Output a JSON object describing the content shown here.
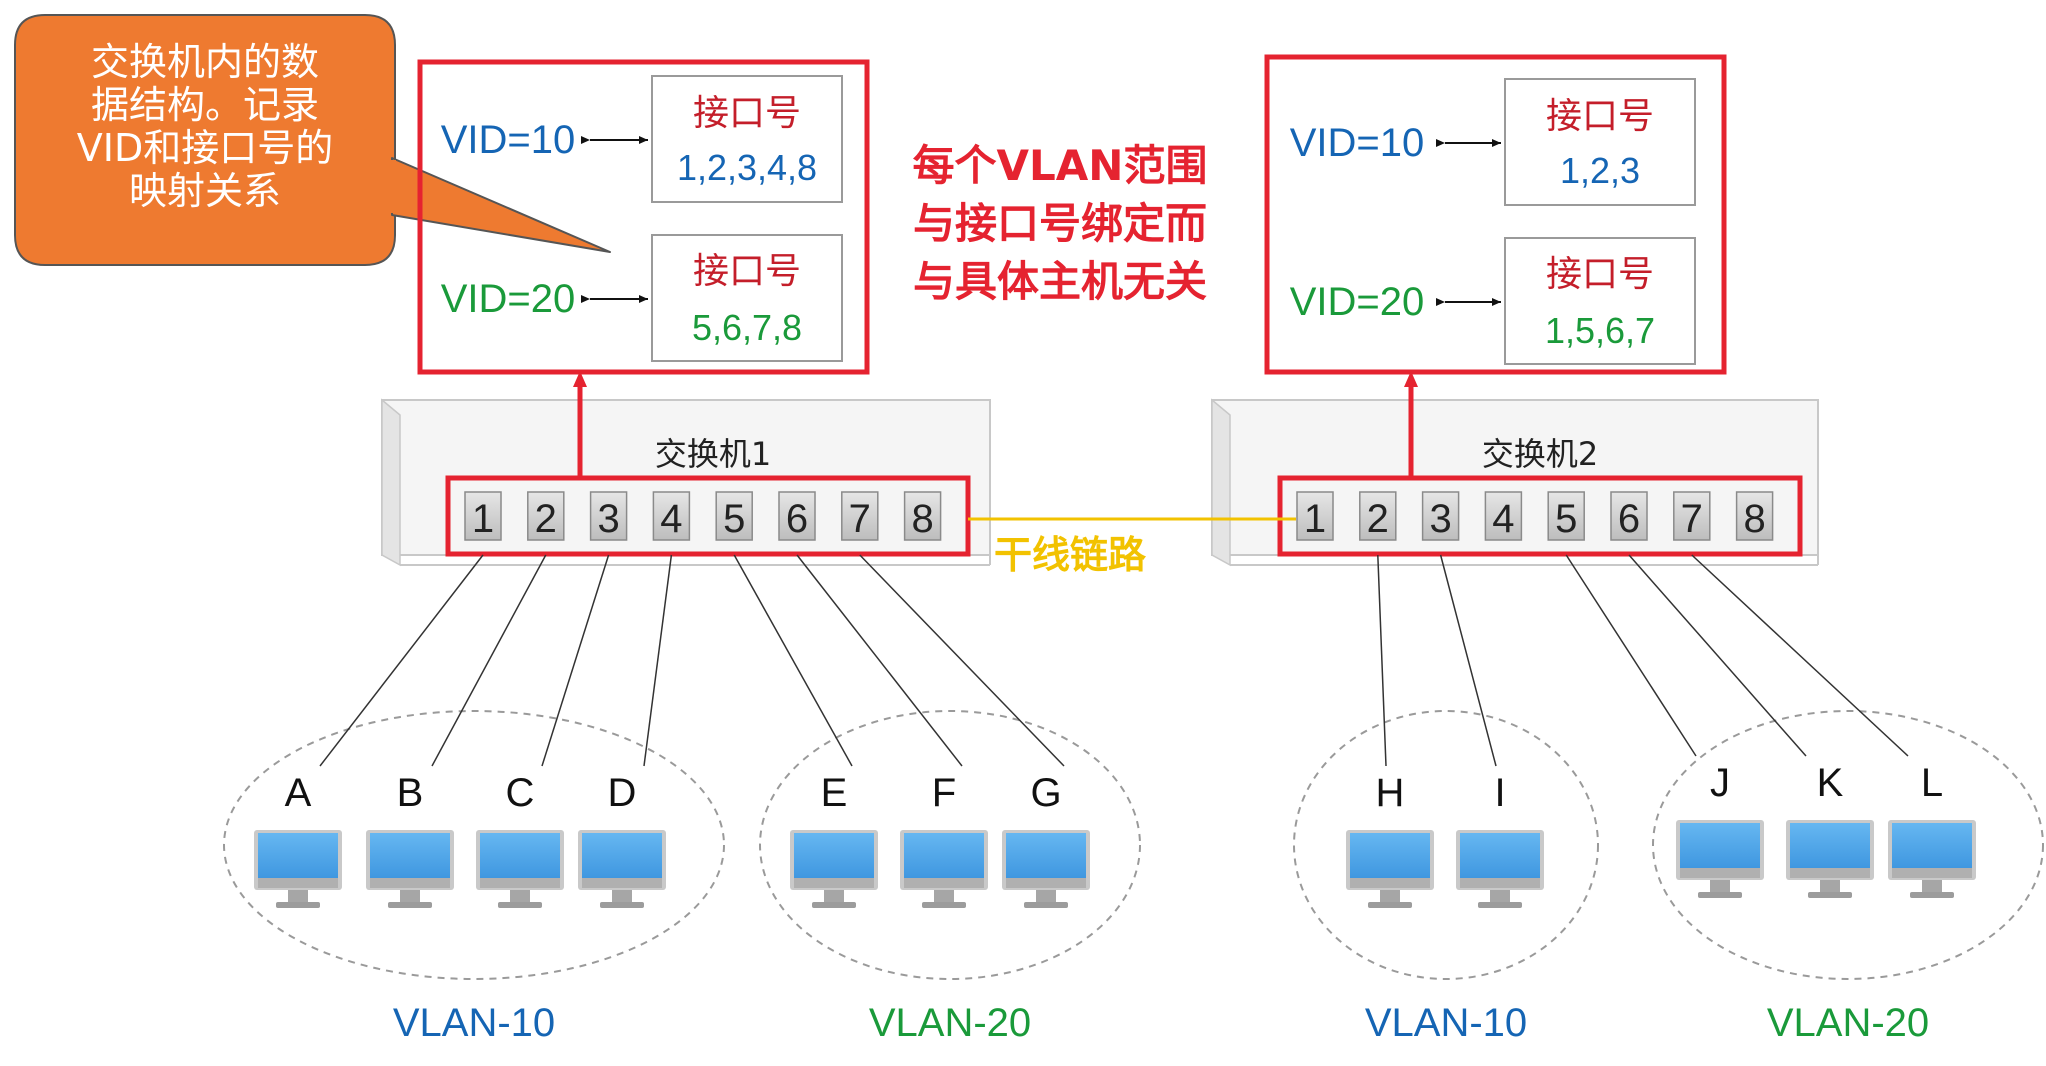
{
  "callout": {
    "lines": [
      "交换机内的数",
      "据结构。记录",
      "VID和接口号的",
      "映射关系"
    ]
  },
  "note": {
    "lines": [
      "每个VLAN范围",
      "与接口号绑定而",
      "与具体主机无关"
    ]
  },
  "trunk_label": "干线链路",
  "switches": [
    {
      "name": "交换机1",
      "ports": [
        "1",
        "2",
        "3",
        "4",
        "5",
        "6",
        "7",
        "8"
      ],
      "table": [
        {
          "vid": "VID=10",
          "header": "接口号",
          "ports": "1,2,3,4,8",
          "color": "#1565b4"
        },
        {
          "vid": "VID=20",
          "header": "接口号",
          "ports": "5,6,7,8",
          "color": "#1a9a3a"
        }
      ]
    },
    {
      "name": "交换机2",
      "ports": [
        "1",
        "2",
        "3",
        "4",
        "5",
        "6",
        "7",
        "8"
      ],
      "table": [
        {
          "vid": "VID=10",
          "header": "接口号",
          "ports": "1,2,3",
          "color": "#1565b4"
        },
        {
          "vid": "VID=20",
          "header": "接口号",
          "ports": "1,5,6,7",
          "color": "#1a9a3a"
        }
      ]
    }
  ],
  "hosts": [
    "A",
    "B",
    "C",
    "D",
    "E",
    "F",
    "G",
    "H",
    "I",
    "J",
    "K",
    "L"
  ],
  "vlan_labels": [
    {
      "text": "VLAN-10",
      "color": "#1565b4"
    },
    {
      "text": "VLAN-20",
      "color": "#1a9a3a"
    },
    {
      "text": "VLAN-10",
      "color": "#1565b4"
    },
    {
      "text": "VLAN-20",
      "color": "#1a9a3a"
    }
  ],
  "colors": {
    "highlight_red": "#e52330",
    "trunk_yellow": "#f2c200",
    "callout_orange": "#ee7a30",
    "vlan10_blue": "#1565b4",
    "vlan20_green": "#1a9a3a"
  }
}
